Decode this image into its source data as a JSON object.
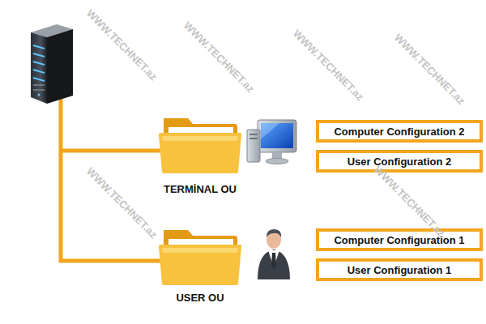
{
  "diagram": {
    "nodes": [
      {
        "text": [
          "TERMİNAL OU"
        ]
      },
      {
        "text": [
          "Computer Configuration 2"
        ]
      },
      {
        "text": [
          "User Configuration 2"
        ]
      },
      {
        "text": [
          "USER OU"
        ]
      },
      {
        "text": [
          "Computer Configuration 1"
        ]
      },
      {
        "text": [
          "User Configuration 1"
        ]
      }
    ],
    "labels": [
      "WWW.TECHNET.az",
      "WWW.TECHNET.az",
      "WWW.TECHNET.az",
      "WWW.TECHNET.az",
      "WWW.TECHNET.az",
      "WWW.TECHNET.az"
    ]
  }
}
